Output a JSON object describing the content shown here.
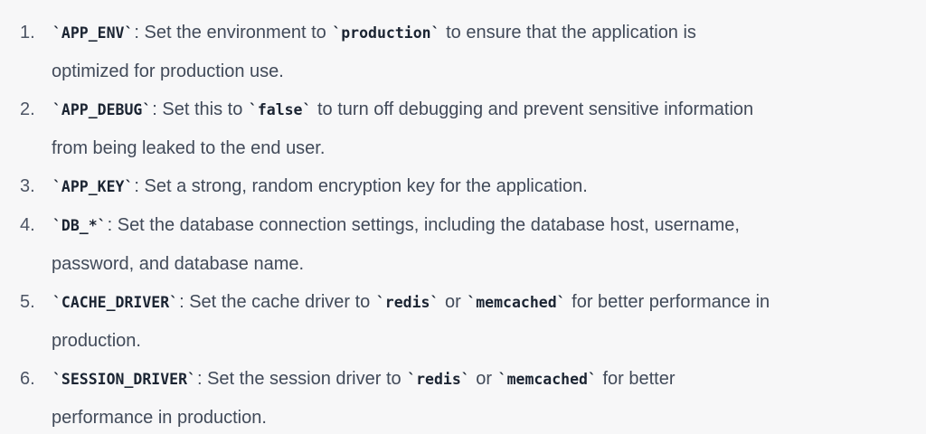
{
  "page": {
    "background_color": "#f7f7f8",
    "text_color": "#414a59",
    "code_color": "#1b2432"
  },
  "list": {
    "items": [
      {
        "number": "1.",
        "lines": [
          {
            "parts": [
              {
                "code": true,
                "text": "`APP_ENV`"
              },
              {
                "code": false,
                "text": ": Set the environment to "
              },
              {
                "code": true,
                "text": "`production`"
              },
              {
                "code": false,
                "text": " to ensure that the application is"
              }
            ]
          },
          {
            "parts": [
              {
                "code": false,
                "text": "optimized for production use."
              }
            ]
          }
        ]
      },
      {
        "number": "2.",
        "lines": [
          {
            "parts": [
              {
                "code": true,
                "text": "`APP_DEBUG`"
              },
              {
                "code": false,
                "text": ": Set this to "
              },
              {
                "code": true,
                "text": "`false`"
              },
              {
                "code": false,
                "text": " to turn off debugging and prevent sensitive information"
              }
            ]
          },
          {
            "parts": [
              {
                "code": false,
                "text": "from being leaked to the end user."
              }
            ]
          }
        ]
      },
      {
        "number": "3.",
        "lines": [
          {
            "parts": [
              {
                "code": true,
                "text": "`APP_KEY`"
              },
              {
                "code": false,
                "text": ": Set a strong, random encryption key for the application."
              }
            ]
          }
        ]
      },
      {
        "number": "4.",
        "lines": [
          {
            "parts": [
              {
                "code": true,
                "text": "`DB_*`"
              },
              {
                "code": false,
                "text": ": Set the database connection settings, including the database host, username,"
              }
            ]
          },
          {
            "parts": [
              {
                "code": false,
                "text": "password, and database name."
              }
            ]
          }
        ]
      },
      {
        "number": "5.",
        "lines": [
          {
            "parts": [
              {
                "code": true,
                "text": "`CACHE_DRIVER`"
              },
              {
                "code": false,
                "text": ": Set the cache driver to "
              },
              {
                "code": true,
                "text": "`redis`"
              },
              {
                "code": false,
                "text": " or "
              },
              {
                "code": true,
                "text": "`memcached`"
              },
              {
                "code": false,
                "text": " for better performance in"
              }
            ]
          },
          {
            "parts": [
              {
                "code": false,
                "text": "production."
              }
            ]
          }
        ]
      },
      {
        "number": "6.",
        "lines": [
          {
            "parts": [
              {
                "code": true,
                "text": "`SESSION_DRIVER`"
              },
              {
                "code": false,
                "text": ": Set the session driver to "
              },
              {
                "code": true,
                "text": "`redis`"
              },
              {
                "code": false,
                "text": " or "
              },
              {
                "code": true,
                "text": "`memcached`"
              },
              {
                "code": false,
                "text": " for better"
              }
            ]
          },
          {
            "parts": [
              {
                "code": false,
                "text": "performance in production."
              }
            ]
          }
        ]
      }
    ]
  }
}
